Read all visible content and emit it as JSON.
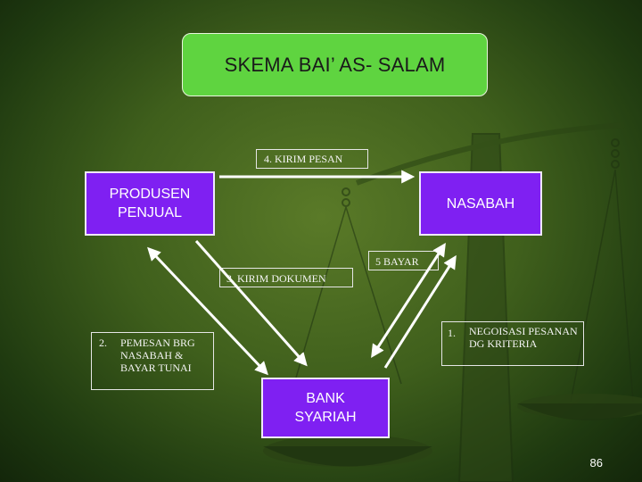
{
  "title": "SKEMA BAI’ AS- SALAM",
  "nodes": {
    "produsen": "PRODUSEN\nPENJUAL",
    "nasabah": "NASABAH",
    "bank": "BANK\nSYARIAH"
  },
  "steps": {
    "step1_num": "1.",
    "step1_text": "NEGOISASI PESANAN DG KRITERIA",
    "step2_num": "2.",
    "step2_text": "PEMESAN BRG NASABAH & BAYAR TUNAI",
    "step3": "3. KIRIM DOKUMEN",
    "step4": "4. KIRIM PESAN",
    "step5": "5 BAYAR"
  },
  "page_number": "86",
  "colors": {
    "title_fill": "#5fd440",
    "node_fill": "#7f20f2",
    "arrow": "#ffffff"
  }
}
